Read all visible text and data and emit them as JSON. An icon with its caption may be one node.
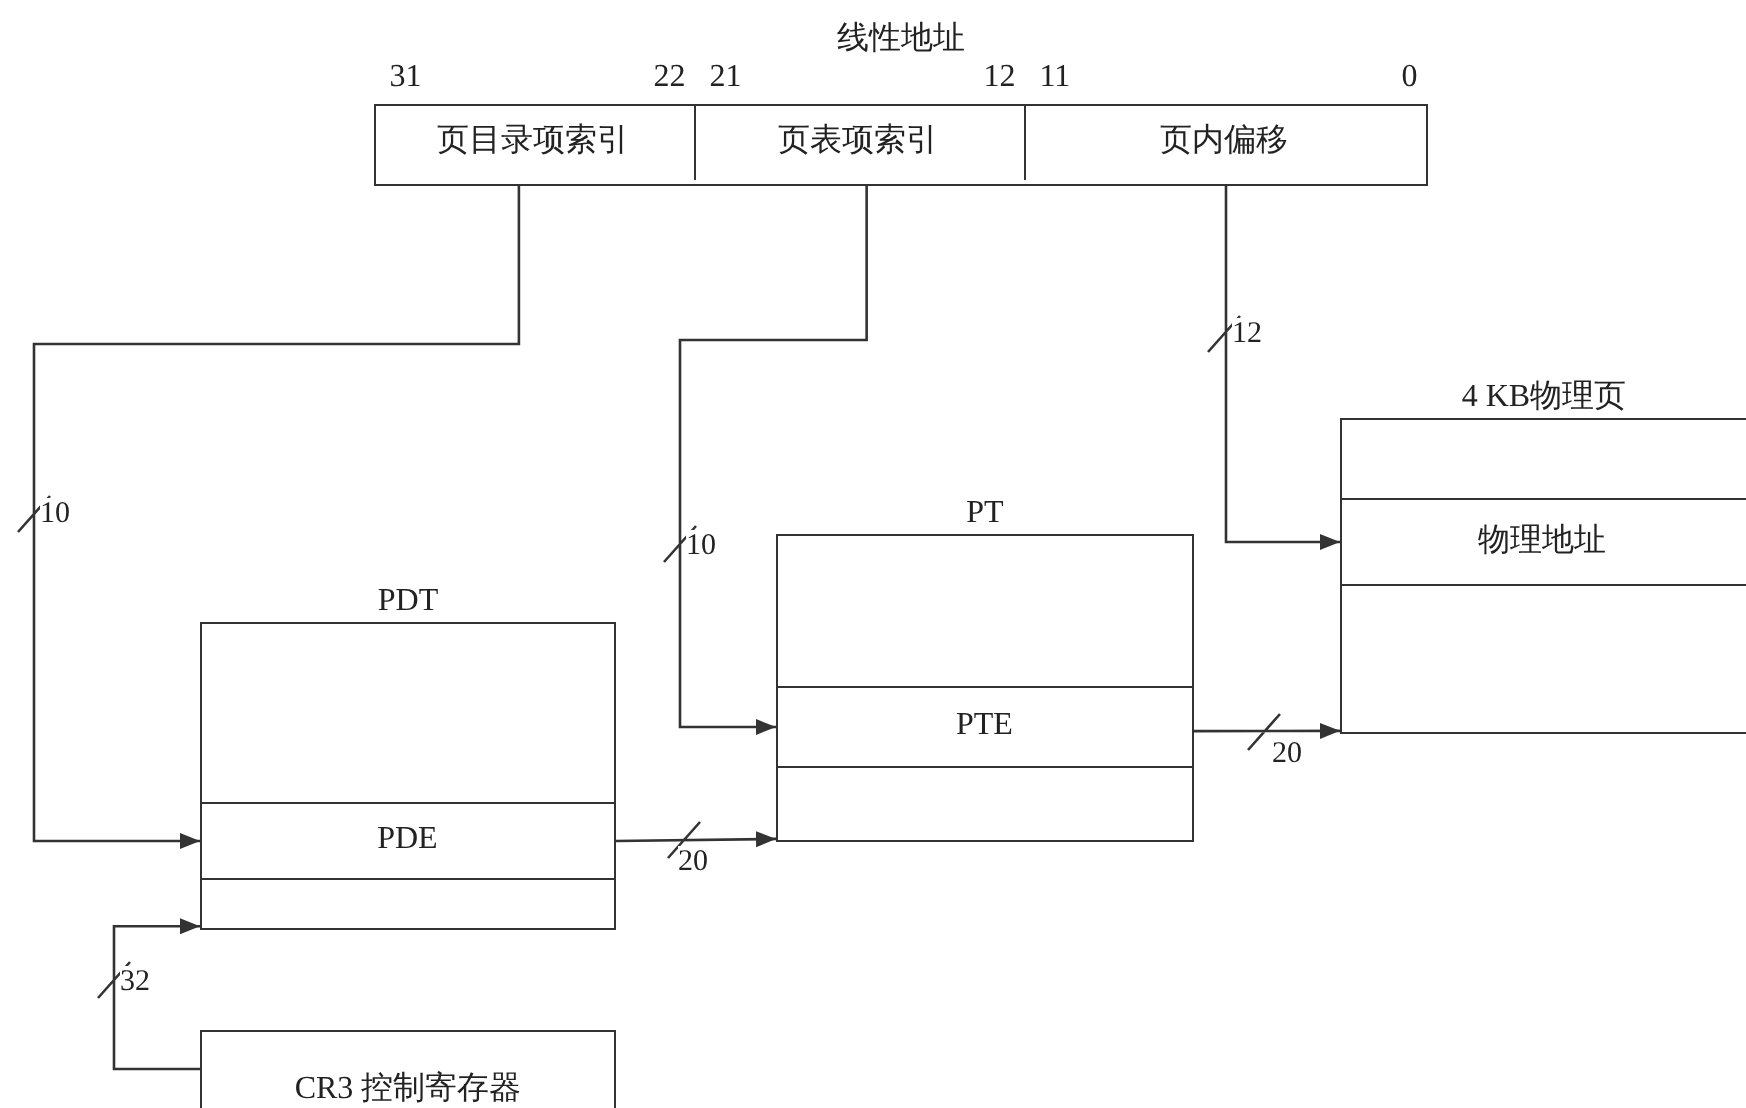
{
  "diagram": {
    "nodes": [
      {
        "text": [
          "线性地址"
        ]
      },
      {
        "text": [
          "页目录项索引"
        ],
        "in": 0,
        "beside": [
          "31",
          "22"
        ]
      },
      {
        "text": [
          "页表项索引"
        ],
        "in": 0,
        "beside": [
          "21",
          "12"
        ]
      },
      {
        "text": [
          "页内偏移"
        ],
        "in": 0,
        "beside": [
          "11",
          "0"
        ]
      },
      {
        "text": [
          "PDT"
        ]
      },
      {
        "text": [
          "PDE"
        ],
        "in": 4
      },
      {
        "text": [
          "PT"
        ]
      },
      {
        "text": [
          "PTE"
        ],
        "in": 6
      },
      {
        "text": [
          "4 KB物理页"
        ]
      },
      {
        "text": [
          "物理地址"
        ],
        "in": 8
      },
      {
        "text": [
          "CR3 控制寄存器"
        ]
      }
    ],
    "edges": [
      {
        "from": 1,
        "to": 5,
        "arrow": "to",
        "label": "10"
      },
      {
        "from": 2,
        "to": 7,
        "arrow": "to",
        "label": "10"
      },
      {
        "from": 3,
        "to": 9,
        "arrow": "to",
        "label": "12"
      },
      {
        "from": 5,
        "to": 6,
        "arrow": "to",
        "label": "20"
      },
      {
        "from": 7,
        "to": 8,
        "arrow": "to",
        "label": "20"
      },
      {
        "from": 10,
        "to": 4,
        "arrow": "to",
        "label": "32"
      }
    ]
  }
}
